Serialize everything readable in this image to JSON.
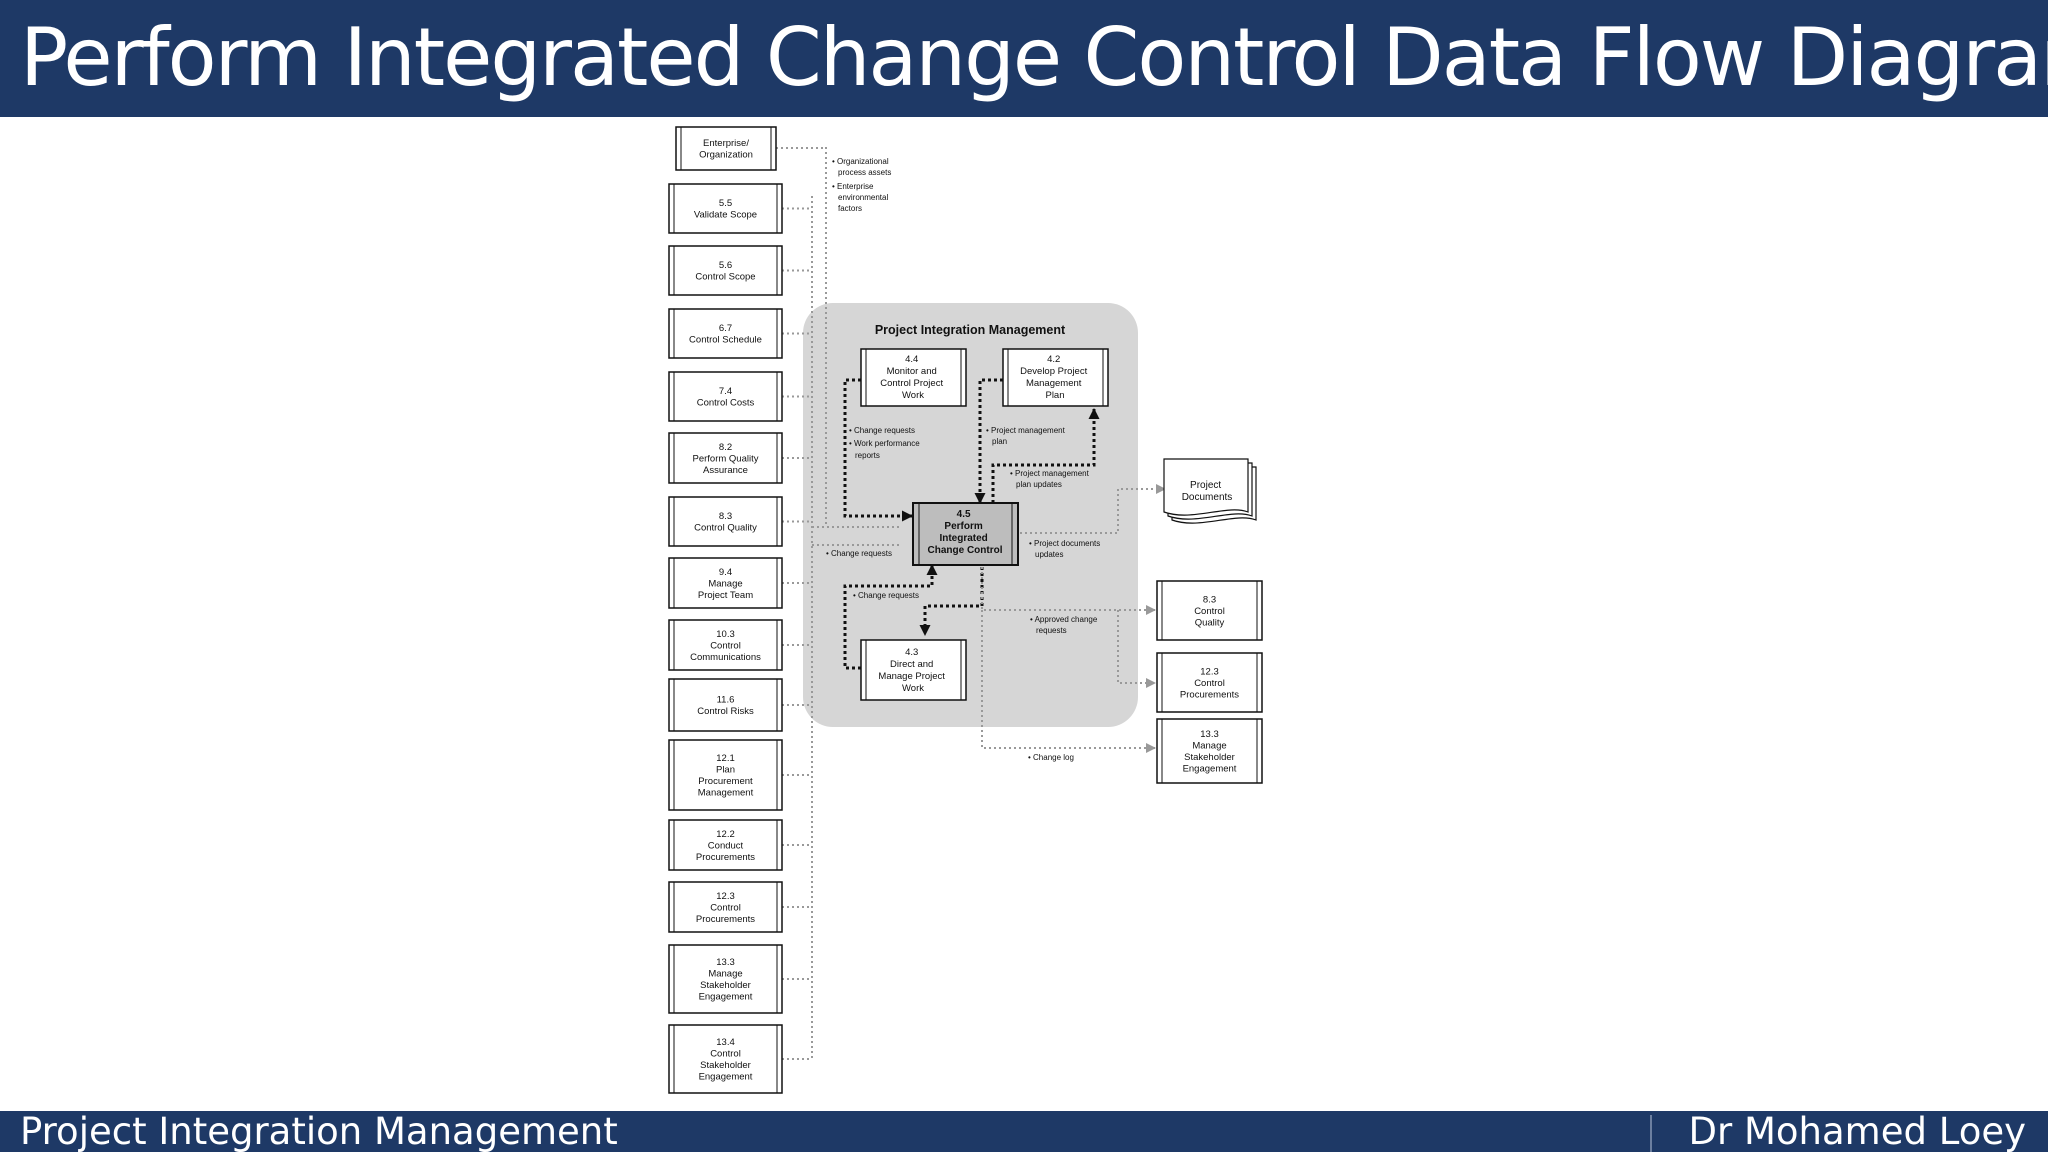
{
  "slide": {
    "title": "Perform Integrated Change Control Data Flow Diagram",
    "footer_left": "Project Integration Management",
    "footer_right": "Dr Mohamed Loey"
  },
  "colors": {
    "bar": "#1e3966",
    "panel": "#d6d6d6",
    "central": "#bdbdbd"
  },
  "diagram": {
    "left_column": [
      {
        "id": "enterprise",
        "lines": [
          "Enterprise/",
          "Organization"
        ]
      },
      {
        "id": "5-5",
        "lines": [
          "5.5",
          "Validate Scope"
        ]
      },
      {
        "id": "5-6",
        "lines": [
          "5.6",
          "Control Scope"
        ]
      },
      {
        "id": "6-7",
        "lines": [
          "6.7",
          "Control Schedule"
        ]
      },
      {
        "id": "7-4",
        "lines": [
          "7.4",
          "Control Costs"
        ]
      },
      {
        "id": "8-2",
        "lines": [
          "8.2",
          "Perform Quality",
          "Assurance"
        ]
      },
      {
        "id": "8-3",
        "lines": [
          "8.3",
          "Control Quality"
        ]
      },
      {
        "id": "9-4",
        "lines": [
          "9.4",
          "Manage",
          "Project Team"
        ]
      },
      {
        "id": "10-3",
        "lines": [
          "10.3",
          "Control",
          "Communications"
        ]
      },
      {
        "id": "11-6",
        "lines": [
          "11.6",
          "Control Risks"
        ]
      },
      {
        "id": "12-1",
        "lines": [
          "12.1",
          "Plan",
          "Procurement",
          "Management"
        ]
      },
      {
        "id": "12-2",
        "lines": [
          "12.2",
          "Conduct",
          "Procurements"
        ]
      },
      {
        "id": "12-3",
        "lines": [
          "12.3",
          "Control",
          "Procurements"
        ]
      },
      {
        "id": "13-3",
        "lines": [
          "13.3",
          "Manage",
          "Stakeholder",
          "Engagement"
        ]
      },
      {
        "id": "13-4",
        "lines": [
          "13.4",
          "Control",
          "Stakeholder",
          "Engagement"
        ]
      }
    ],
    "panel_title": "Project Integration Management",
    "inner_boxes": [
      {
        "id": "4-4",
        "lines": [
          "4.4",
          "Monitor and",
          "Control Project",
          "Work"
        ]
      },
      {
        "id": "4-2",
        "lines": [
          "4.2",
          "Develop Project",
          "Management",
          "Plan"
        ]
      },
      {
        "id": "4-3",
        "lines": [
          "4.3",
          "Direct and",
          "Manage Project",
          "Work"
        ]
      }
    ],
    "central": {
      "lines": [
        "4.5",
        "Perform",
        "Integrated",
        "Change Control"
      ]
    },
    "right_column": [
      {
        "id": "8-3r",
        "lines": [
          "8.3",
          "Control",
          "Quality"
        ]
      },
      {
        "id": "12-3r",
        "lines": [
          "12.3",
          "Control",
          "Procurements"
        ]
      },
      {
        "id": "13-3r",
        "lines": [
          "13.3",
          "Manage",
          "Stakeholder",
          "Engagement"
        ]
      }
    ],
    "project_documents": [
      "Project",
      "Documents"
    ],
    "labels": {
      "opa": [
        "• Organizational",
        "process assets",
        "• Enterprise",
        "environmental",
        "factors"
      ],
      "cr_wpr": [
        "• Change requests",
        "• Work performance",
        "reports"
      ],
      "pmp": [
        "• Project management",
        "plan"
      ],
      "pmp_updates": [
        "• Project management",
        "plan updates"
      ],
      "doc_updates": [
        "• Project documents",
        "updates"
      ],
      "cr_left": "• Change requests",
      "cr_inner": "• Change requests",
      "approved": [
        "• Approved change",
        "requests"
      ],
      "change_log": "• Change log"
    }
  }
}
